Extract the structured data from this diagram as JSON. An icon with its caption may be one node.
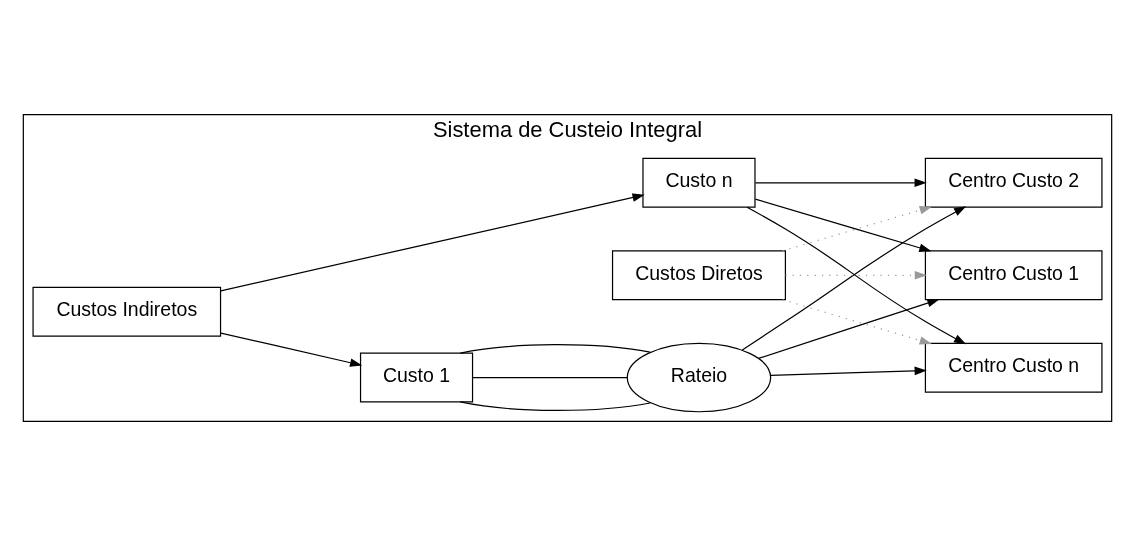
{
  "diagram": {
    "nodes": [
      {
        "text": [
          "Sistema de Custeio Integral"
        ]
      },
      {
        "text": [
          "Custos Indiretos"
        ],
        "in": 0
      },
      {
        "text": [
          "Custo 1"
        ],
        "in": 0
      },
      {
        "text": [
          "Custo n"
        ],
        "in": 0
      },
      {
        "text": [
          "Rateio"
        ],
        "in": 0
      },
      {
        "text": [
          "Centro Custo 1"
        ],
        "in": 0
      },
      {
        "text": [
          "Centro Custo 2"
        ],
        "in": 0
      },
      {
        "text": [
          "Centro Custo n"
        ],
        "in": 0
      },
      {
        "text": [
          "Custos Diretos"
        ],
        "in": 0
      }
    ],
    "edges": [
      {
        "from": 1,
        "to": 2,
        "arrow": "to"
      },
      {
        "from": 1,
        "to": 3,
        "arrow": "to"
      },
      {
        "from": 2,
        "to": 4,
        "arrow": "none"
      },
      {
        "from": 2,
        "to": 4,
        "arrow": "none"
      },
      {
        "from": 2,
        "to": 4,
        "arrow": "none"
      },
      {
        "from": 4,
        "to": 5,
        "arrow": "to"
      },
      {
        "from": 4,
        "to": 6,
        "arrow": "to"
      },
      {
        "from": 4,
        "to": 7,
        "arrow": "to"
      },
      {
        "from": 3,
        "to": 5,
        "arrow": "to"
      },
      {
        "from": 3,
        "to": 6,
        "arrow": "to"
      },
      {
        "from": 3,
        "to": 7,
        "arrow": "to"
      },
      {
        "from": 8,
        "to": 5,
        "arrow": "to",
        "style": "dashed",
        "color": "#999999"
      },
      {
        "from": 8,
        "to": 6,
        "arrow": "to",
        "style": "dashed",
        "color": "#999999"
      },
      {
        "from": 8,
        "to": 7,
        "arrow": "to",
        "style": "dashed",
        "color": "#999999"
      }
    ]
  }
}
